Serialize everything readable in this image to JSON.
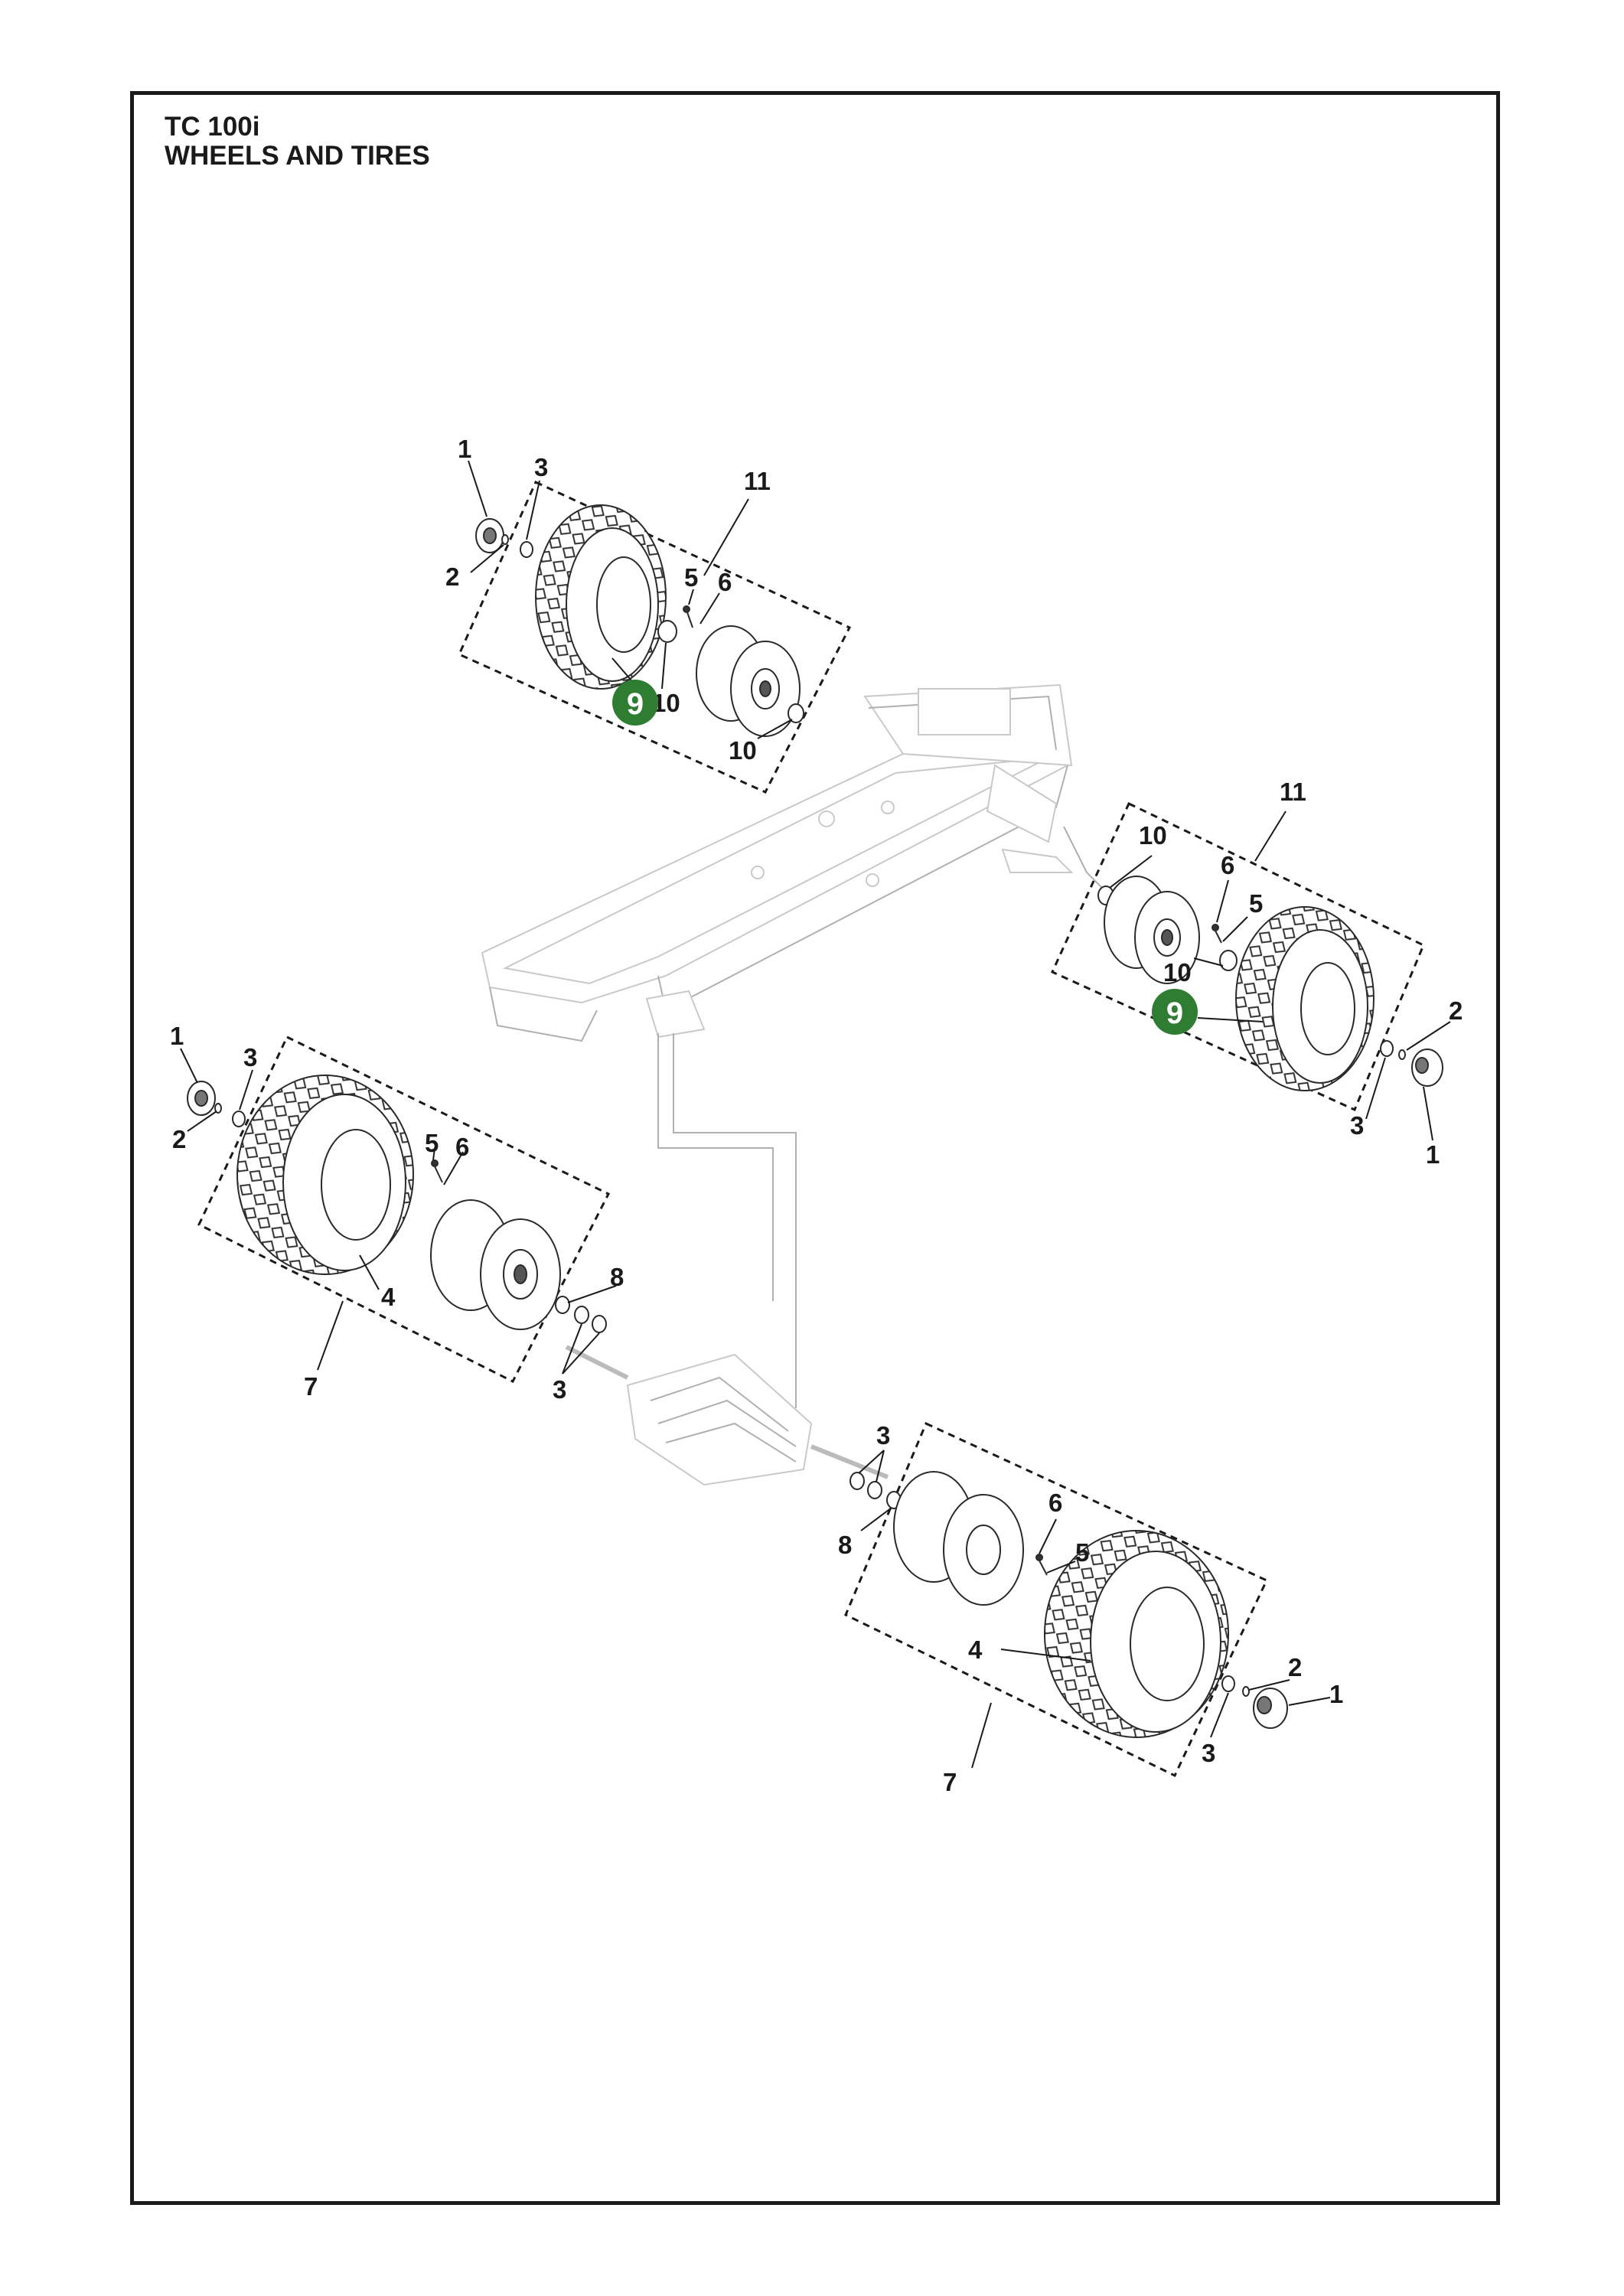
{
  "header": {
    "model": "TC 100i",
    "section": "WHEELS AND TIRES"
  },
  "labels": {
    "n1": "1",
    "n2": "2",
    "n3": "3",
    "n4": "4",
    "n5": "5",
    "n6": "6",
    "n7": "7",
    "n8": "8",
    "n10": "10",
    "n11": "11"
  },
  "highlight": {
    "number": "9",
    "color": "#2e7d32"
  }
}
